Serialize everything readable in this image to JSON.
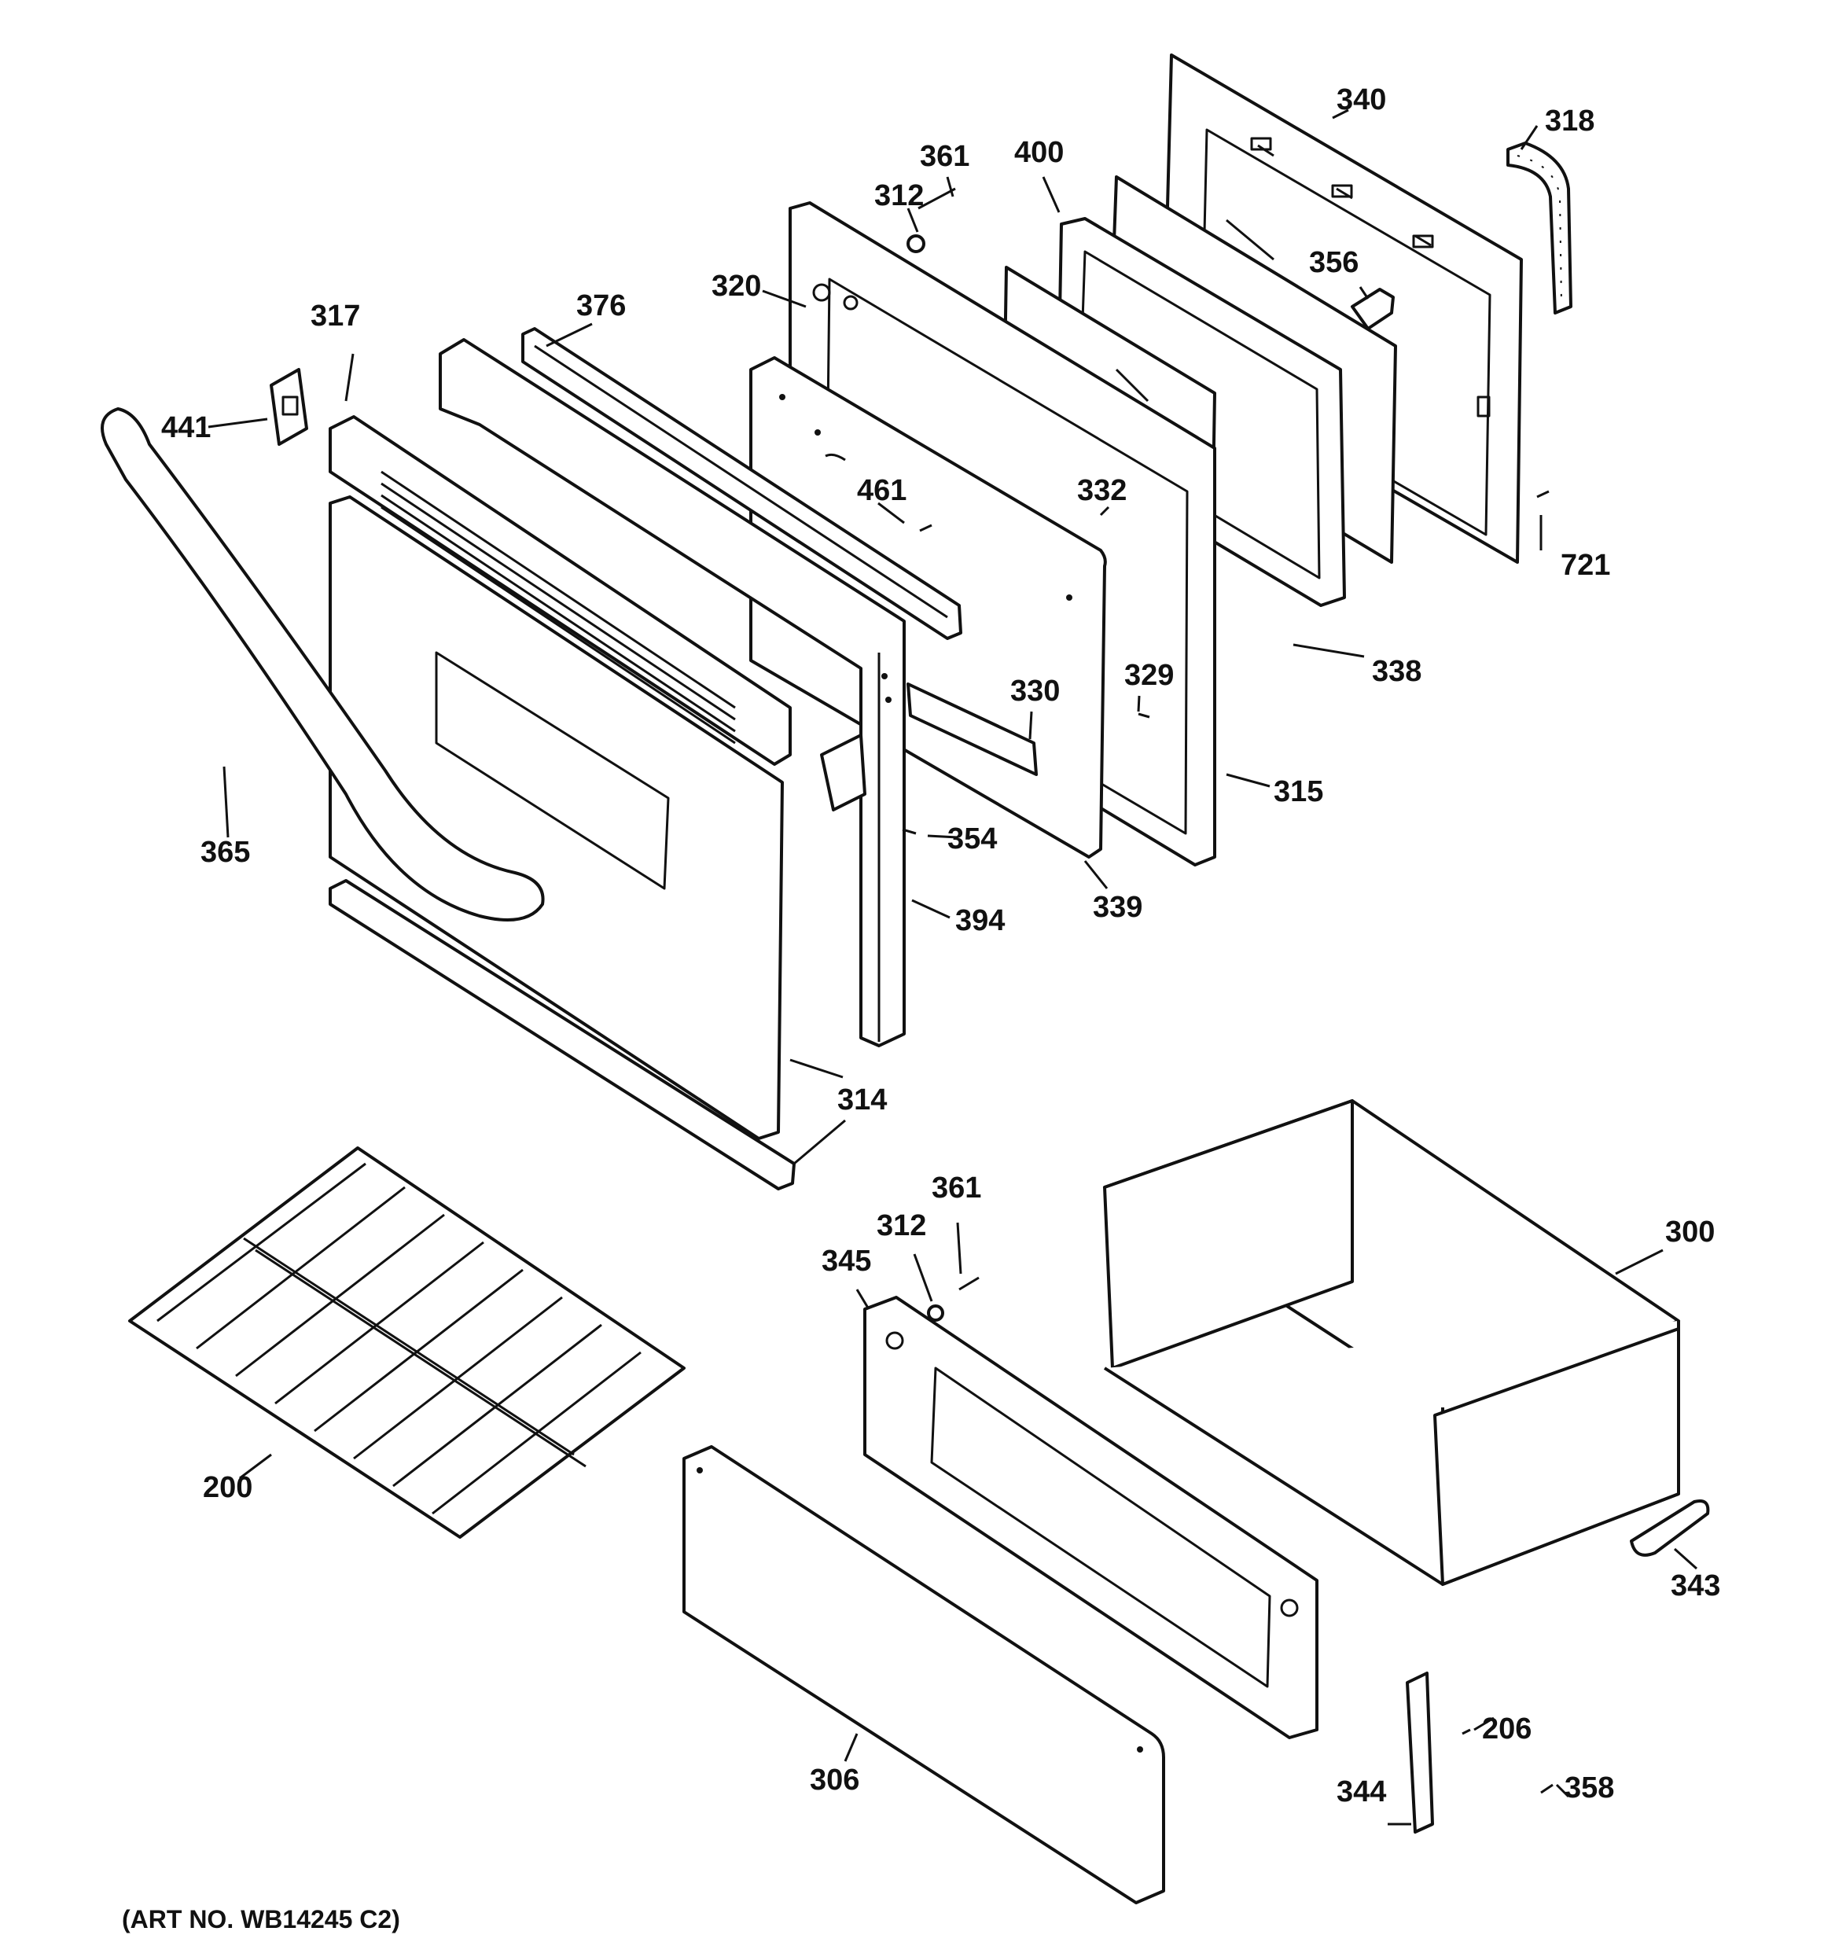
{
  "callouts": {
    "c340": "340",
    "c318": "318",
    "c361_top": "361",
    "c400": "400",
    "c312_top": "312",
    "c356": "356",
    "c320": "320",
    "c376": "376",
    "c317": "317",
    "c441": "441",
    "c461": "461",
    "c332": "332",
    "c721": "721",
    "c338": "338",
    "c330": "330",
    "c329": "329",
    "c315": "315",
    "c365": "365",
    "c354": "354",
    "c339": "339",
    "c394": "394",
    "c314": "314",
    "c361_bottom": "361",
    "c312_bottom": "312",
    "c300": "300",
    "c345": "345",
    "c200": "200",
    "c343": "343",
    "c206": "206",
    "c306": "306",
    "c344": "344",
    "c358": "358"
  },
  "footer": {
    "art_number": "(ART NO. WB14245 C2)"
  },
  "colors": {
    "line": "#111111",
    "background": "#ffffff"
  }
}
